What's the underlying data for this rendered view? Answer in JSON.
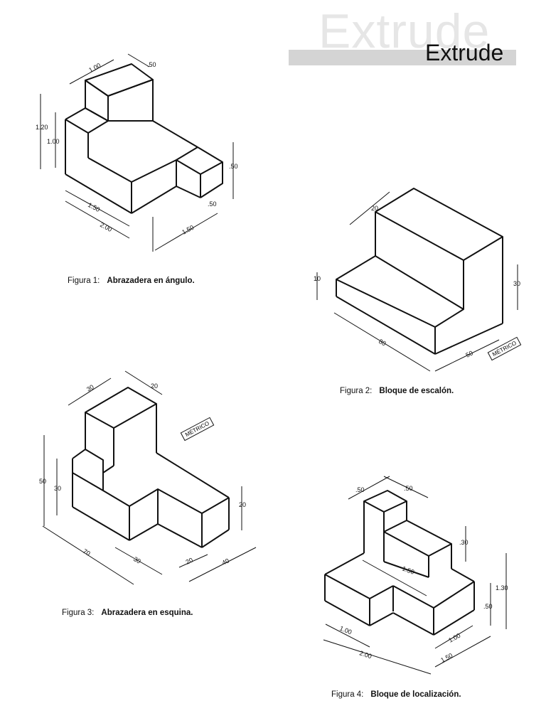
{
  "header": {
    "ghost_title": "Extrude",
    "title": "Extrude"
  },
  "figures": [
    {
      "label": "Figura 1:",
      "description": "Abrazadera en ángulo.",
      "dimensions": [
        "1.00",
        ".50",
        "1.20",
        "1.00",
        ".50",
        ".50",
        "1.50",
        "2.00",
        "1.50"
      ]
    },
    {
      "label": "Figura 2:",
      "description": "Bloque de escalón.",
      "stamp": "MÉTRICO",
      "dimensions": [
        "20",
        "10",
        "30",
        "80",
        "50"
      ]
    },
    {
      "label": "Figura 3:",
      "description": "Abrazadera en esquina.",
      "stamp": "MÉTRICO",
      "dimensions": [
        "30",
        "20",
        "50",
        "30",
        "20",
        "70",
        "30",
        "20",
        "40"
      ]
    },
    {
      "label": "Figura 4:",
      "description": "Bloque de localización.",
      "dimensions": [
        ".50",
        ".50",
        ".30",
        "1.50",
        "1.30",
        ".50",
        "1.00",
        "2.00",
        "1.00",
        "1.50"
      ]
    }
  ]
}
